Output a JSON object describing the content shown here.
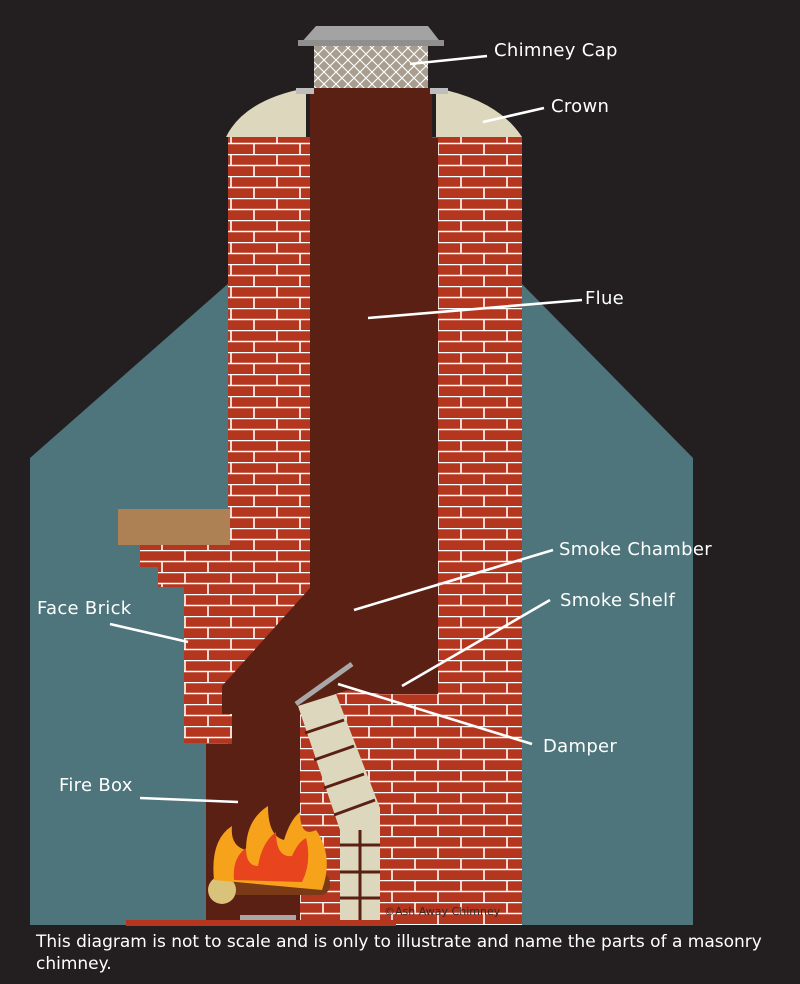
{
  "labels": {
    "chimney_cap": "Chimney Cap",
    "crown": "Crown",
    "flue": "Flue",
    "smoke_chamber": "Smoke Chamber",
    "smoke_shelf": "Smoke Shelf",
    "face_brick": "Face Brick",
    "damper": "Damper",
    "fire_box": "Fire Box"
  },
  "credit": "©Ash Away Chimney",
  "caption": "This diagram is not to scale and is only to illustrate and name the parts of a masonry chimney.",
  "colors": {
    "background": "#231f20",
    "house": "#4e757c",
    "brick": "#b5361f",
    "mortar": "#ffffff",
    "flue": "#5b2014",
    "crown": "#ddd8bd",
    "cap": "#a3a3a3",
    "mantel": "#ad8153",
    "liner": "#ddd8bd",
    "fire_outer": "#f7a21b",
    "fire_inner": "#e8451e",
    "log": "#7a3a17"
  }
}
